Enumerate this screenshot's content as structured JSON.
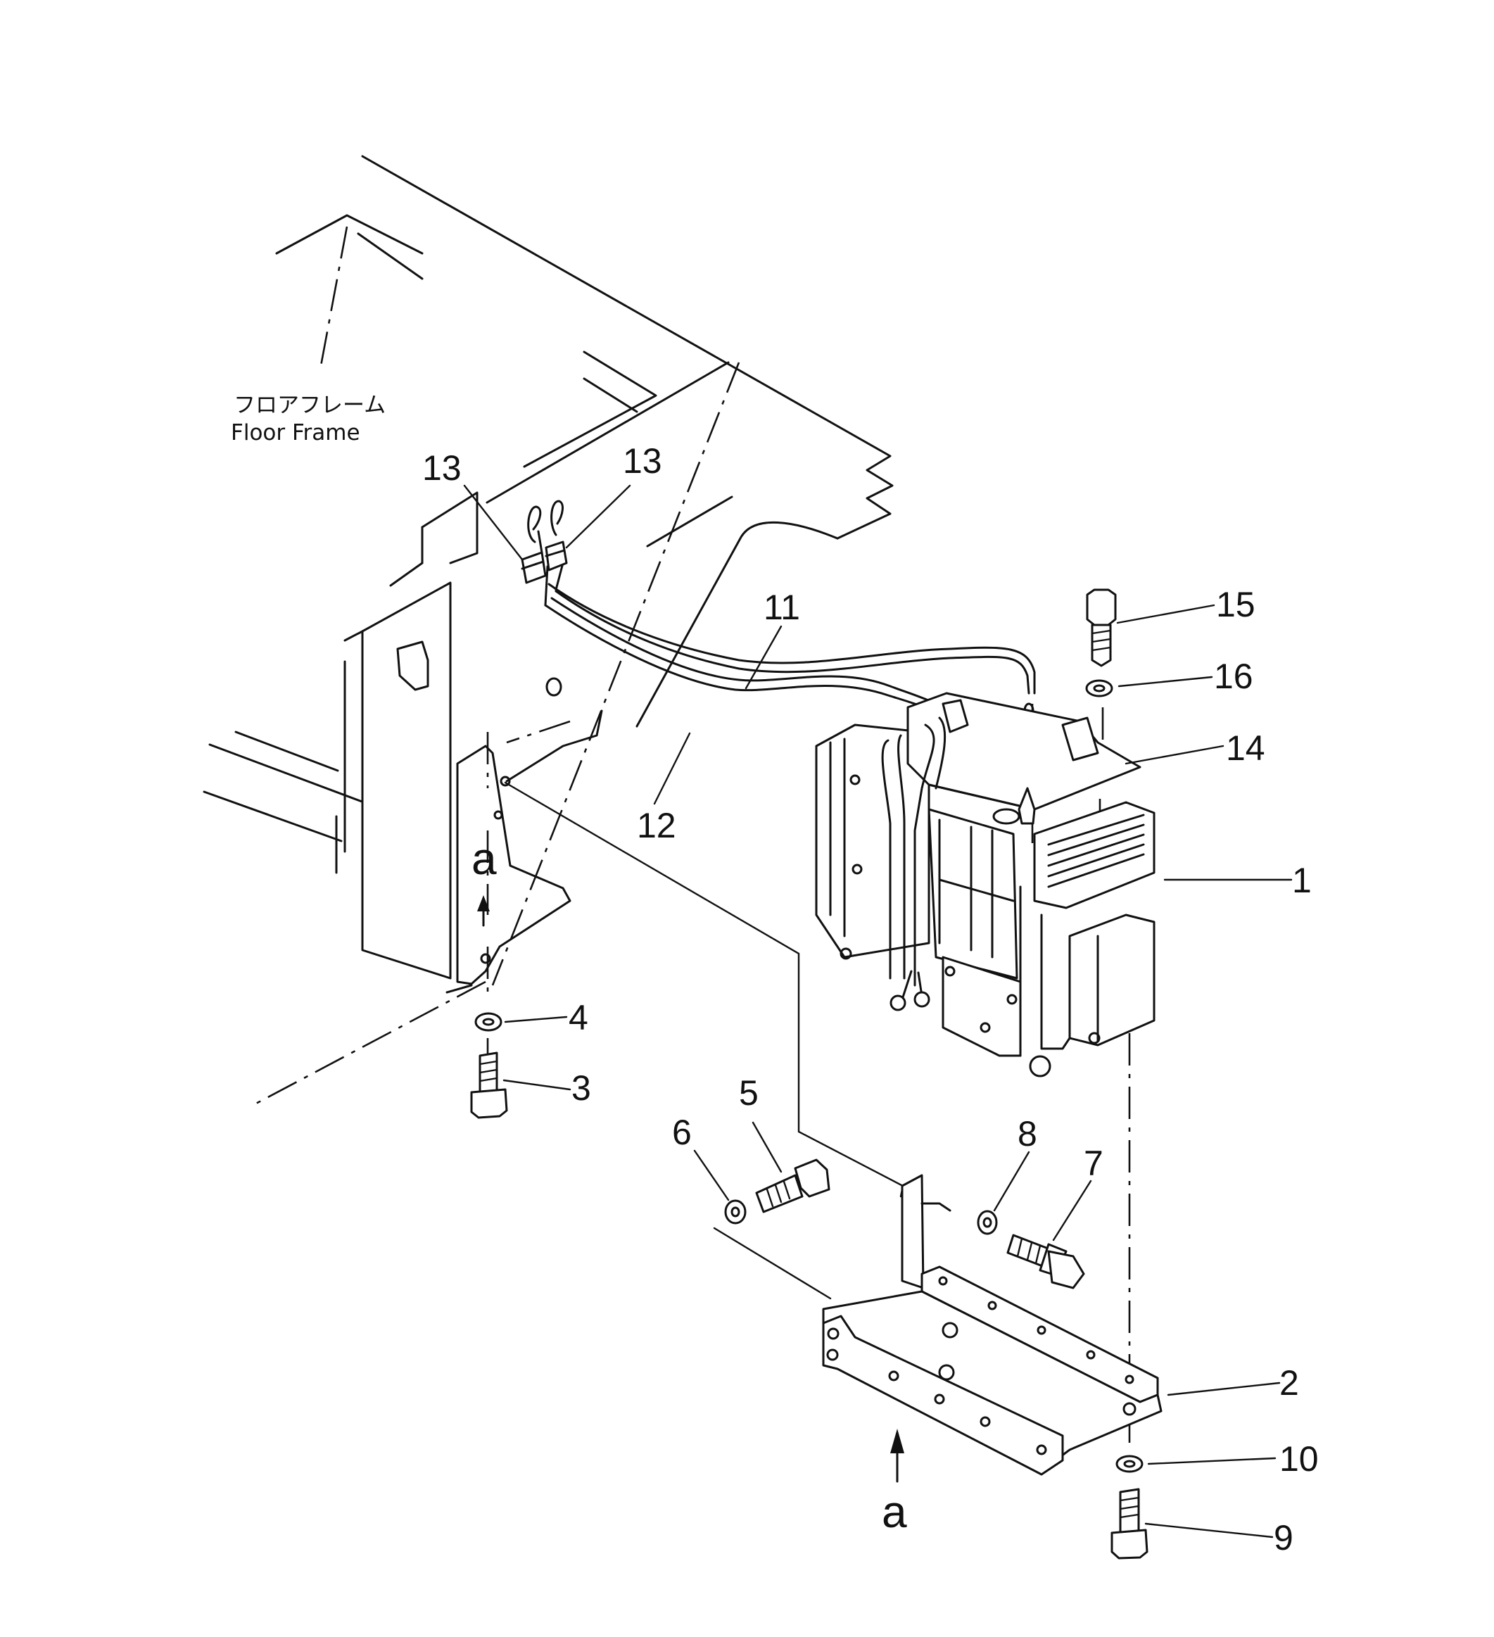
{
  "frame_caption": {
    "japanese": "フロアフレーム",
    "english": "Floor  Frame"
  },
  "callouts": [
    {
      "id": "c1",
      "text": "1"
    },
    {
      "id": "c2",
      "text": "2"
    },
    {
      "id": "c3",
      "text": "3"
    },
    {
      "id": "c4",
      "text": "4"
    },
    {
      "id": "c5",
      "text": "5"
    },
    {
      "id": "c6",
      "text": "6"
    },
    {
      "id": "c7",
      "text": "7"
    },
    {
      "id": "c8",
      "text": "8"
    },
    {
      "id": "c9",
      "text": "9"
    },
    {
      "id": "c10",
      "text": "10"
    },
    {
      "id": "c11",
      "text": "11"
    },
    {
      "id": "c12",
      "text": "12"
    },
    {
      "id": "c13a",
      "text": "13"
    },
    {
      "id": "c13b",
      "text": "13"
    },
    {
      "id": "c14",
      "text": "14"
    },
    {
      "id": "c15",
      "text": "15"
    },
    {
      "id": "c16",
      "text": "16"
    }
  ],
  "view_markers": [
    {
      "id": "a_upper",
      "text": "a"
    },
    {
      "id": "a_lower",
      "text": "a"
    }
  ]
}
